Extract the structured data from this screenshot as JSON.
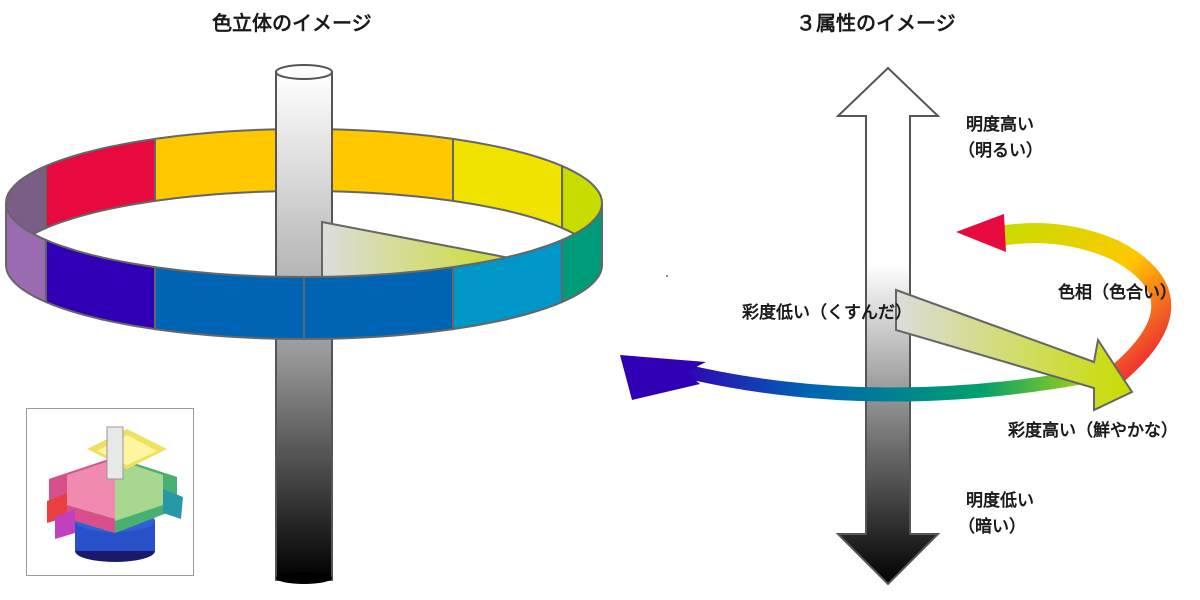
{
  "left": {
    "title": "色立体のイメージ",
    "hue_ring_colors": {
      "back": [
        "#7A5E86",
        "#E8093F",
        "#FFC800",
        "#FFC800",
        "#F0E300",
        "#C8DC00"
      ],
      "front": [
        "#9A6BB0",
        "#3200B4",
        "#0064B4",
        "#0064B4",
        "#0096C8",
        "#009B78"
      ]
    },
    "cylinder_colors": {
      "top": "#ffffff",
      "mid": "#9a9a9a",
      "bottom": "#000000"
    },
    "chroma_arrow_colors": {
      "start": "#dcdcdc",
      "end": "#c8dc00"
    },
    "thumbnail": {
      "icon": "color-solid-icon"
    }
  },
  "right": {
    "title": "３属性のイメージ",
    "lightness_high": [
      "明度高い",
      "（明るい）"
    ],
    "lightness_low": [
      "明度低い",
      "（暗い）"
    ],
    "chroma_low": "彩度低い（くすんだ）",
    "chroma_high": "彩度高い（鮮やかな）",
    "hue": "色相（色合い）",
    "hue_arrow_colors": [
      "#E8093F",
      "#FFC800",
      "#C8DC00",
      "#00A06E",
      "#0064B4",
      "#3200B4"
    ]
  }
}
